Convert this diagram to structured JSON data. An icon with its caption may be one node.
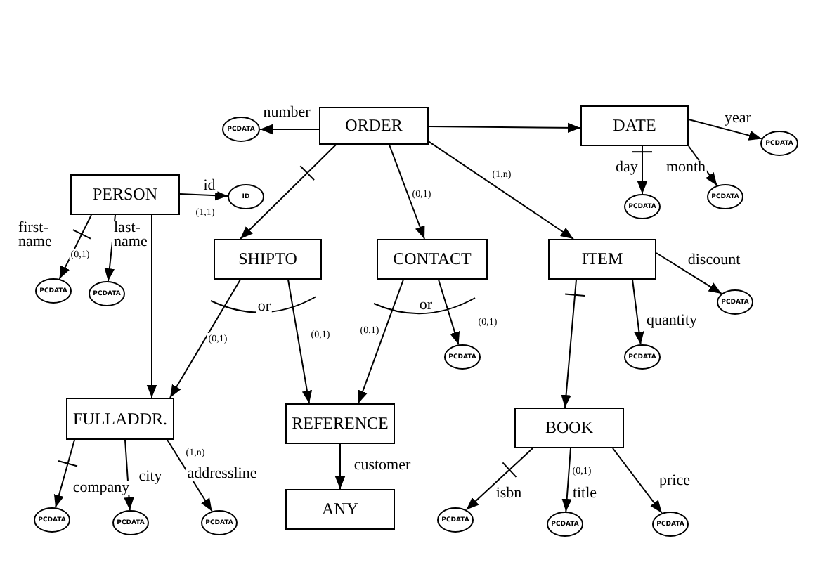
{
  "diagram": {
    "nodes": [
      {
        "text": [
          "ORDER"
        ]
      },
      {
        "text": [
          "DATE"
        ]
      },
      {
        "text": [
          "PCDATA"
        ]
      },
      {
        "text": [
          "PCDATA"
        ]
      },
      {
        "text": [
          "PCDATA"
        ]
      },
      {
        "text": [
          "PCDATA"
        ]
      },
      {
        "text": [
          "PERSON"
        ]
      },
      {
        "text": [
          "ID"
        ]
      },
      {
        "text": [
          "PCDATA"
        ]
      },
      {
        "text": [
          "PCDATA"
        ]
      },
      {
        "text": [
          "SHIPTO"
        ]
      },
      {
        "text": [
          "CONTACT"
        ]
      },
      {
        "text": [
          "ITEM"
        ]
      },
      {
        "text": [
          "PCDATA"
        ]
      },
      {
        "text": [
          "PCDATA"
        ]
      },
      {
        "text": [
          "PCDATA"
        ]
      },
      {
        "text": [
          "FULLADDR."
        ]
      },
      {
        "text": [
          "REFERENCE"
        ]
      },
      {
        "text": [
          "BOOK"
        ]
      },
      {
        "text": [
          "ANY"
        ]
      },
      {
        "text": [
          "PCDATA"
        ]
      },
      {
        "text": [
          "PCDATA"
        ]
      },
      {
        "text": [
          "PCDATA"
        ]
      },
      {
        "text": [
          "PCDATA"
        ]
      },
      {
        "text": [
          "PCDATA"
        ]
      },
      {
        "text": [
          "PCDATA"
        ]
      }
    ],
    "edges": [
      {
        "from": 0,
        "to": 2,
        "arrow": "to",
        "label": "number"
      },
      {
        "from": 0,
        "to": 1,
        "arrow": "to"
      },
      {
        "from": 1,
        "to": 3,
        "arrow": "to",
        "label": "year"
      },
      {
        "from": 1,
        "to": 4,
        "arrow": "to",
        "label": "day"
      },
      {
        "from": 1,
        "to": 5,
        "arrow": "to",
        "label": "month"
      },
      {
        "from": 6,
        "to": 7,
        "arrow": "to",
        "label": "id"
      },
      {
        "from": 6,
        "to": 8,
        "arrow": "to",
        "label": "first-name"
      },
      {
        "from": 6,
        "to": 9,
        "arrow": "to",
        "label": "last-name"
      },
      {
        "from": 6,
        "to": 16,
        "arrow": "to"
      },
      {
        "from": 0,
        "to": 10,
        "arrow": "to"
      },
      {
        "from": 0,
        "to": 11,
        "arrow": "to",
        "label": "(0,1)"
      },
      {
        "from": 0,
        "to": 12,
        "arrow": "to",
        "label": "(1,n)"
      },
      {
        "from": 10,
        "to": 16,
        "arrow": "to",
        "label": "(0,1)"
      },
      {
        "from": 10,
        "to": 17,
        "arrow": "to",
        "label": "(0,1)"
      },
      {
        "from": 11,
        "to": 17,
        "arrow": "to",
        "label": "(0,1)"
      },
      {
        "from": 11,
        "to": 14,
        "arrow": "to",
        "label": "(0,1)"
      },
      {
        "from": 12,
        "to": 13,
        "arrow": "to",
        "label": "discount"
      },
      {
        "from": 12,
        "to": 15,
        "arrow": "to",
        "label": "quantity"
      },
      {
        "from": 12,
        "to": 18,
        "arrow": "to"
      },
      {
        "from": 16,
        "to": 20,
        "arrow": "to",
        "label": "company"
      },
      {
        "from": 16,
        "to": 21,
        "arrow": "to",
        "label": "city"
      },
      {
        "from": 16,
        "to": 22,
        "arrow": "to",
        "label": "addressline"
      },
      {
        "from": 17,
        "to": 19,
        "arrow": "to",
        "label": "customer"
      },
      {
        "from": 18,
        "to": 23,
        "arrow": "to",
        "label": "isbn"
      },
      {
        "from": 18,
        "to": 24,
        "arrow": "to",
        "label": "title"
      },
      {
        "from": 18,
        "to": 25,
        "arrow": "to",
        "label": "price"
      }
    ],
    "labels": [
      "(1,1)",
      "(0,1)",
      "or",
      "or",
      "(1,n)",
      "(0,1)"
    ]
  }
}
